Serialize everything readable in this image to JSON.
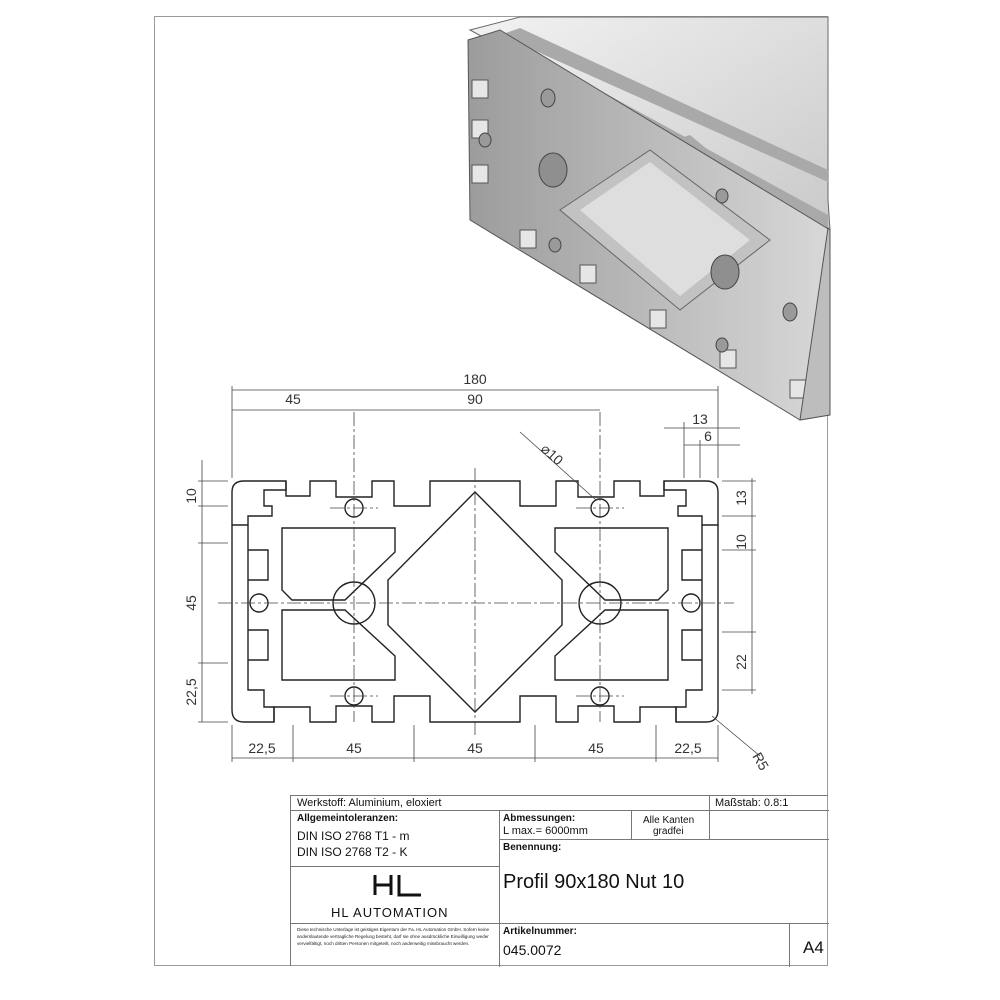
{
  "dimensions": {
    "overall_width": "180",
    "half_width": "90",
    "first_offset": "45",
    "hole_diameter": "⌀10",
    "slot_total": "13",
    "slot_inner": "6",
    "left_top_10": "10",
    "left_mid_45": "45",
    "left_bottom_225": "22,5",
    "right_13": "13",
    "right_10": "10",
    "right_22": "22",
    "bottom_225_left": "22,5",
    "bottom_45_a": "45",
    "bottom_45_b": "45",
    "bottom_45_c": "45",
    "bottom_225_right": "22,5",
    "radius": "R5"
  },
  "title_block": {
    "material": "Werkstoff: Aluminium, eloxiert",
    "scale": "Maßstab: 0.8:1",
    "tolerances_label": "Allgemeintoleranzen:",
    "tolerance_1": "DIN ISO 2768 T1 - m",
    "tolerance_2": "DIN ISO 2768 T2 - K",
    "dimensions_label": "Abmessungen:",
    "length_max": "L max.= 6000mm",
    "edges_line1": "Alle Kanten",
    "edges_line2": "gradfei",
    "name_label": "Benennung:",
    "name_value": "Profil 90x180 Nut 10",
    "company": "HL AUTOMATION",
    "legal": "Diese technische Unterlage ist geistiges Eigentum der Fa. HL Automation GmbH. Sofern keine anderslautende vertragliche Regelung besteht, darf sie ohne ausdrückliche Einwilligung weder vervielfältigt, noch dritten Personen mitgeteilt, noch anderweitig missbraucht werden.",
    "article_label": "Artikelnummer:",
    "article_value": "045.0072",
    "format": "A4"
  }
}
